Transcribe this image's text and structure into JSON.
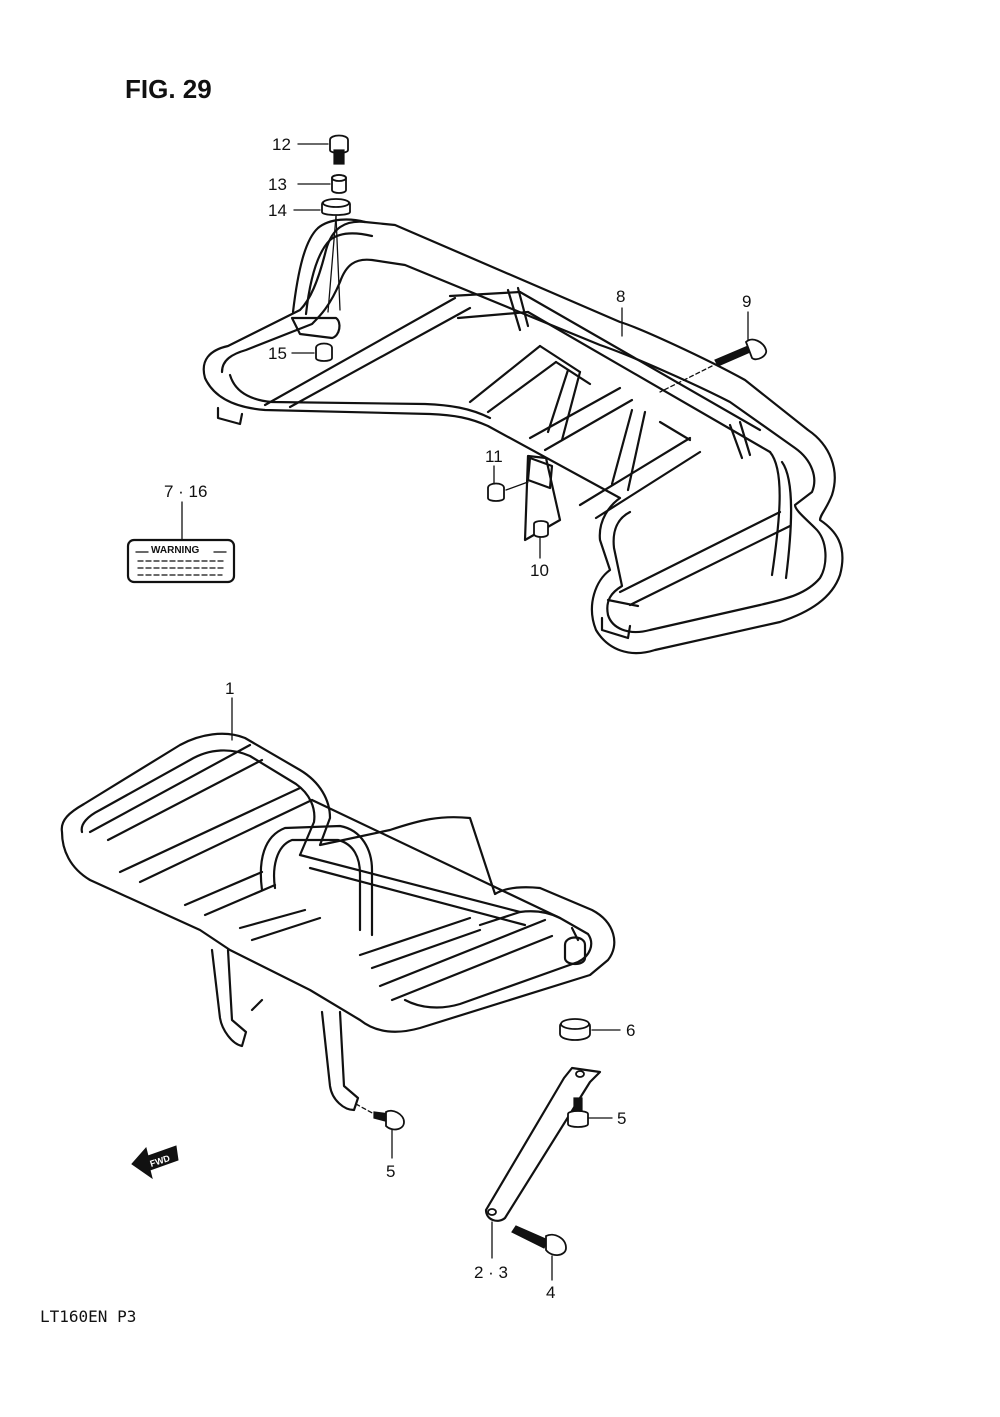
{
  "figure": {
    "title": "FIG. 29",
    "model_code": "LT160EN  P3"
  },
  "warning_label": {
    "text": "WARNING"
  },
  "fwd_arrow": {
    "text": "FWD"
  },
  "callouts": [
    {
      "id": "c12",
      "label": "12"
    },
    {
      "id": "c13",
      "label": "13"
    },
    {
      "id": "c14",
      "label": "14"
    },
    {
      "id": "c15",
      "label": "15"
    },
    {
      "id": "c8",
      "label": "8"
    },
    {
      "id": "c9",
      "label": "9"
    },
    {
      "id": "c11",
      "label": "11"
    },
    {
      "id": "c10",
      "label": "10"
    },
    {
      "id": "c7-16",
      "label": "7 · 16"
    },
    {
      "id": "c1",
      "label": "1"
    },
    {
      "id": "c6",
      "label": "6"
    },
    {
      "id": "c5a",
      "label": "5"
    },
    {
      "id": "c5b",
      "label": "5"
    },
    {
      "id": "c2-3",
      "label": "2 · 3"
    },
    {
      "id": "c4",
      "label": "4"
    }
  ]
}
